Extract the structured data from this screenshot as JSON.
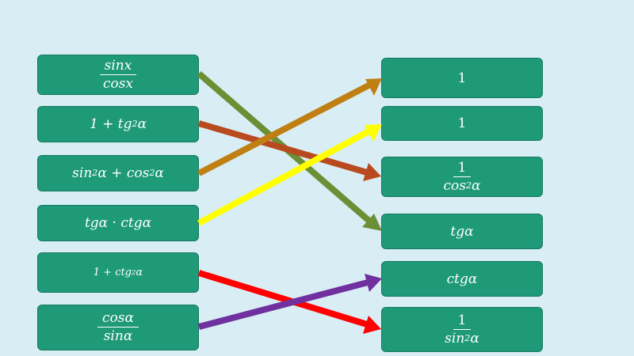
{
  "left": [
    {
      "num": "sinx",
      "den": "cosx"
    },
    {
      "pre": "1 + tg",
      "sup": "2",
      "post": "α"
    },
    {
      "a": "sin",
      "asup": "2",
      "b": "α + cos",
      "bsup": "2",
      "c": "α"
    },
    {
      "text": "tgα · ctgα"
    },
    {
      "pre": "1 + ctg",
      "sup": "2",
      "post": "α"
    },
    {
      "num": "cosα",
      "den": "sinα"
    }
  ],
  "right": [
    {
      "text": "1"
    },
    {
      "text": "1"
    },
    {
      "num": "1",
      "den_pre": "cos",
      "den_sup": "2",
      "den_post": "α"
    },
    {
      "text": "tgα"
    },
    {
      "text": "ctgα"
    },
    {
      "num": "1",
      "den_pre": "sin",
      "den_sup": "2",
      "den_post": "α"
    }
  ],
  "arrows": [
    {
      "from": "sinx/cosx",
      "to": "tgα",
      "color": "#6a8f34"
    },
    {
      "from": "1 + tg²α",
      "to": "1/cos²α",
      "color": "#b94a1f"
    },
    {
      "from": "sin²α + cos²α",
      "to": "1",
      "color": "#c07f12"
    },
    {
      "from": "tgα · ctgα",
      "to": "1",
      "color": "#ffff00"
    },
    {
      "from": "1 + ctg²α",
      "to": "1/sin²α",
      "color": "#ff0000"
    },
    {
      "from": "cosα/sinα",
      "to": "ctgα",
      "color": "#7030a0"
    }
  ],
  "colors": {
    "background": "#d9eef4",
    "box": "#1e9a79",
    "box_text": "#ffffff"
  }
}
